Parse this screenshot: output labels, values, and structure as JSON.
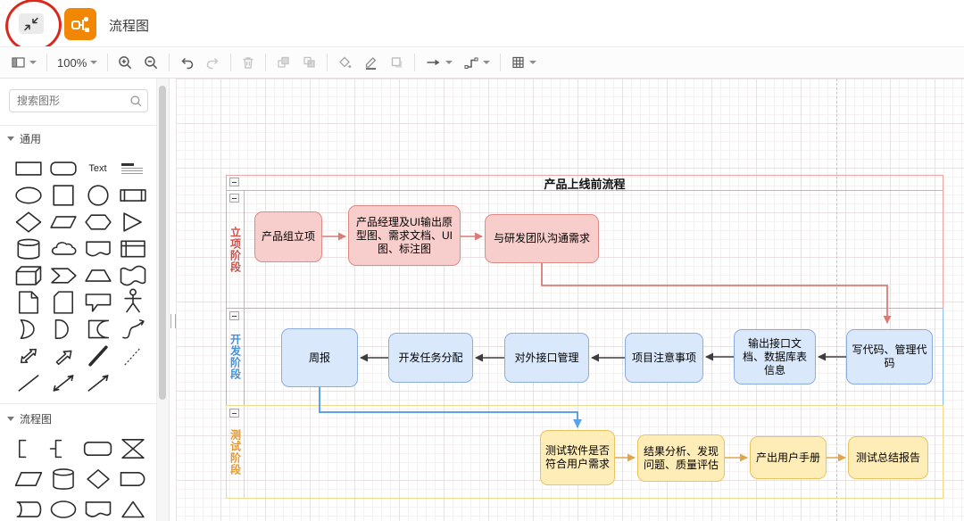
{
  "header": {
    "doc_title": "流程图"
  },
  "toolbar": {
    "zoom_value": "100%",
    "icons": [
      "view-panel",
      "zoom-dropdown",
      "zoom-in",
      "zoom-out",
      "undo",
      "redo",
      "delete",
      "to-front",
      "to-back",
      "fill-color",
      "line-color",
      "shadow",
      "arrow-style",
      "connector-style",
      "grid"
    ]
  },
  "sidebar": {
    "search_placeholder": "搜索图形",
    "text_shape_label": "Text",
    "sections": [
      {
        "label": "通用"
      },
      {
        "label": "流程图"
      }
    ]
  },
  "canvas": {
    "pool_title": "产品上线前流程",
    "lanes": [
      {
        "label": "立项阶段",
        "color": "#d24f48",
        "border": "#eba5a2",
        "node_fill": "#f8cecc",
        "node_border": "#e08a85",
        "nodes": [
          {
            "label": "产品组立项"
          },
          {
            "label": "产品经理及UI输出原型图、需求文档、UI图、标注图"
          },
          {
            "label": "与研发团队沟通需求"
          }
        ]
      },
      {
        "label": "开发阶段",
        "color": "#4292e0",
        "border": "#8fc0ec",
        "node_fill": "#dae8fc",
        "node_border": "#8aace0",
        "nodes": [
          {
            "label": "周报"
          },
          {
            "label": "开发任务分配"
          },
          {
            "label": "对外接口管理"
          },
          {
            "label": "项目注意事项"
          },
          {
            "label": "输出接口文档、数据库表信息"
          },
          {
            "label": "写代码、管理代码"
          }
        ]
      },
      {
        "label": "测试阶段",
        "color": "#e59a33",
        "border": "#f3d98b",
        "node_fill": "#ffedb8",
        "node_border": "#e9c35f",
        "nodes": [
          {
            "label": "测试软件是否符合用户需求"
          },
          {
            "label": "结果分析、发现问题、质量评估"
          },
          {
            "label": "产出用户手册"
          },
          {
            "label": "测试总结报告"
          }
        ]
      }
    ]
  },
  "theme": {
    "brand_orange": "#f28705",
    "annotation_red": "#da291c",
    "edge_red": "#db7b76",
    "edge_black": "#3d3d3d",
    "edge_blue": "#5ba3e8",
    "edge_orange": "#e2a64a"
  }
}
